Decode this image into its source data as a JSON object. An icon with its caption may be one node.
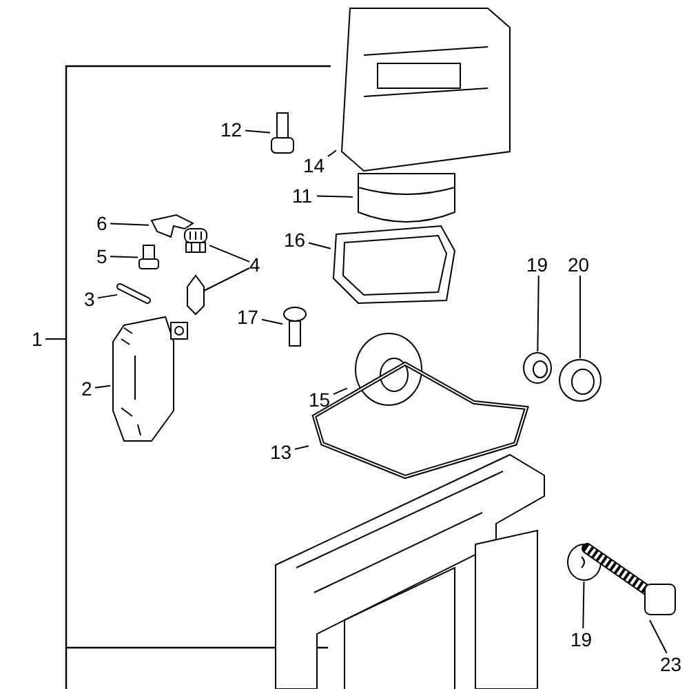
{
  "diagram": {
    "nodes": [
      {
        "text": [
          "12"
        ]
      },
      {
        "text": [],
        "shape": "picture"
      },
      {
        "text": [
          "14"
        ]
      },
      {
        "text": [],
        "shape": "picture"
      },
      {
        "text": [
          "11"
        ]
      },
      {
        "text": [],
        "shape": "picture"
      },
      {
        "text": [
          "6"
        ]
      },
      {
        "text": [],
        "shape": "picture"
      },
      {
        "text": [
          "5"
        ]
      },
      {
        "text": [],
        "shape": "picture"
      },
      {
        "text": [
          "4"
        ]
      },
      {
        "text": [],
        "shape": "picture"
      },
      {
        "text": [],
        "shape": "picture"
      },
      {
        "text": [
          "16"
        ]
      },
      {
        "text": [],
        "shape": "picture"
      },
      {
        "text": [
          "3"
        ]
      },
      {
        "text": [],
        "shape": "picture"
      },
      {
        "text": [
          "17"
        ]
      },
      {
        "text": [],
        "shape": "picture"
      },
      {
        "text": [
          "19"
        ]
      },
      {
        "text": [],
        "shape": "picture"
      },
      {
        "text": [
          "20"
        ]
      },
      {
        "text": [],
        "shape": "picture"
      },
      {
        "text": [
          "1"
        ]
      },
      {
        "text": [
          "2"
        ]
      },
      {
        "text": [],
        "shape": "picture"
      },
      {
        "text": [
          "15"
        ]
      },
      {
        "text": [],
        "shape": "picture"
      },
      {
        "text": [
          "13"
        ]
      },
      {
        "text": [],
        "shape": "picture"
      },
      {
        "text": [
          "19"
        ]
      },
      {
        "text": [],
        "shape": "picture"
      },
      {
        "text": [
          "23"
        ]
      },
      {
        "text": [],
        "shape": "picture"
      }
    ],
    "edges": [
      {
        "from": 0,
        "to": 1,
        "arrow": "none"
      },
      {
        "from": 2,
        "to": 3,
        "arrow": "none"
      },
      {
        "from": 4,
        "to": 5,
        "arrow": "none"
      },
      {
        "from": 6,
        "to": 7,
        "arrow": "none"
      },
      {
        "from": 8,
        "to": 9,
        "arrow": "none"
      },
      {
        "from": 10,
        "to": 11,
        "arrow": "none"
      },
      {
        "from": 10,
        "to": 12,
        "arrow": "none"
      },
      {
        "from": 13,
        "to": 14,
        "arrow": "none"
      },
      {
        "from": 15,
        "to": 16,
        "arrow": "none"
      },
      {
        "from": 17,
        "to": 18,
        "arrow": "none"
      },
      {
        "from": 19,
        "to": 20,
        "arrow": "none"
      },
      {
        "from": 21,
        "to": 22,
        "arrow": "none"
      },
      {
        "from": 23,
        "to": null,
        "arrow": "none"
      },
      {
        "from": 24,
        "to": 25,
        "arrow": "none"
      },
      {
        "from": 26,
        "to": 27,
        "arrow": "none"
      },
      {
        "from": 28,
        "to": 29,
        "arrow": "none"
      },
      {
        "from": 30,
        "to": 31,
        "arrow": "none"
      },
      {
        "from": 32,
        "to": 33,
        "arrow": "none"
      }
    ]
  }
}
